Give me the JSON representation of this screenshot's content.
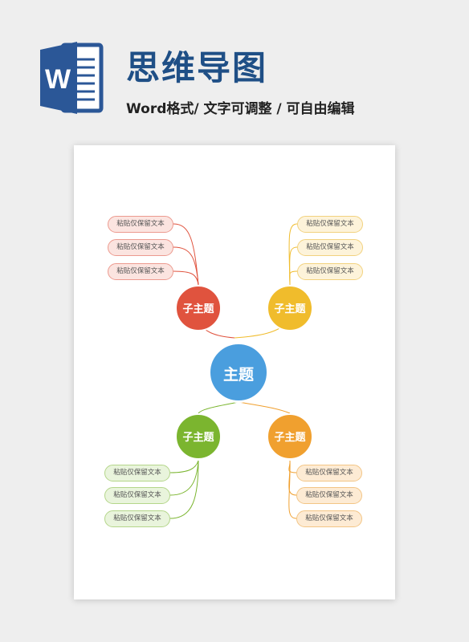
{
  "header": {
    "title": "思维导图",
    "subtitle": "Word格式/ 文字可调整 / 可自由编辑",
    "icon": "word-doc-icon",
    "icon_letter": "W",
    "brand_color": "#2b5797"
  },
  "mindmap": {
    "center": {
      "label": "主题",
      "color": "#4a9ede"
    },
    "branches": [
      {
        "label": "子主题",
        "color": "#e0533e",
        "pill_fill": "#fbe4e0",
        "pill_border": "#ec9a8f",
        "items": [
          "粘贴仅保留文本",
          "粘贴仅保留文本",
          "粘贴仅保留文本"
        ]
      },
      {
        "label": "子主题",
        "color": "#f0bc2c",
        "pill_fill": "#fdf3da",
        "pill_border": "#f2d27f",
        "items": [
          "粘贴仅保留文本",
          "粘贴仅保留文本",
          "粘贴仅保留文本"
        ]
      },
      {
        "label": "子主题",
        "color": "#7bb52f",
        "pill_fill": "#e9f4dc",
        "pill_border": "#b4d68a",
        "items": [
          "粘贴仅保留文本",
          "粘贴仅保留文本",
          "粘贴仅保留文本"
        ]
      },
      {
        "label": "子主题",
        "color": "#f0a02f",
        "pill_fill": "#fdebd4",
        "pill_border": "#f3c585",
        "items": [
          "粘贴仅保留文本",
          "粘贴仅保留文本",
          "粘贴仅保留文本"
        ]
      }
    ]
  }
}
